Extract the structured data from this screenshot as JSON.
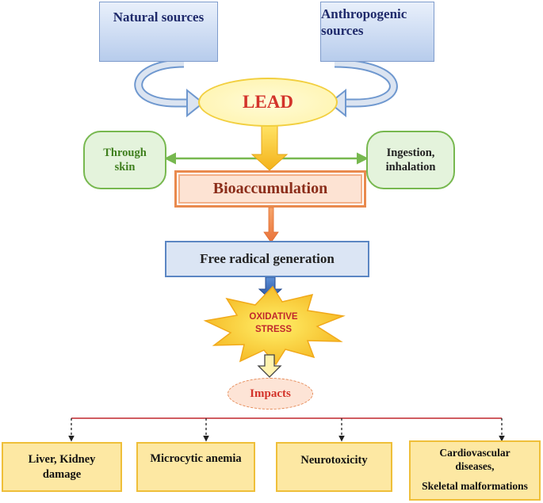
{
  "nodes": {
    "natural_sources": "Natural sources",
    "anthropogenic_sources_line1": "Anthropogenic",
    "anthropogenic_sources_line2": "sources",
    "lead": "LEAD",
    "through_skin_line1": "Through",
    "through_skin_line2": "skin",
    "ingestion_line1": "Ingestion,",
    "ingestion_line2": "inhalation",
    "bioaccumulation": "Bioaccumulation",
    "free_radical": "Free radical generation",
    "oxidative_line1": "OXIDATIVE",
    "oxidative_line2": "STRESS",
    "impacts": "Impacts"
  },
  "outcomes": {
    "liver_line1": "Liver, Kidney",
    "liver_line2": "damage",
    "anemia": "Microcytic anemia",
    "neuro": "Neurotoxicity",
    "cardio_line1": "Cardiovascular",
    "cardio_line2": "diseases,",
    "cardio_line3": "Skeletal malformations"
  },
  "colors": {
    "lead_text": "#d3332a",
    "route_border": "#77b84f",
    "bioaccumulation_border": "#e98a4e",
    "free_radical_border": "#5b86c3",
    "burst_fill": "#f9c52e",
    "outcome_fill": "#fde8a3",
    "branch_line": "#c0272d"
  }
}
